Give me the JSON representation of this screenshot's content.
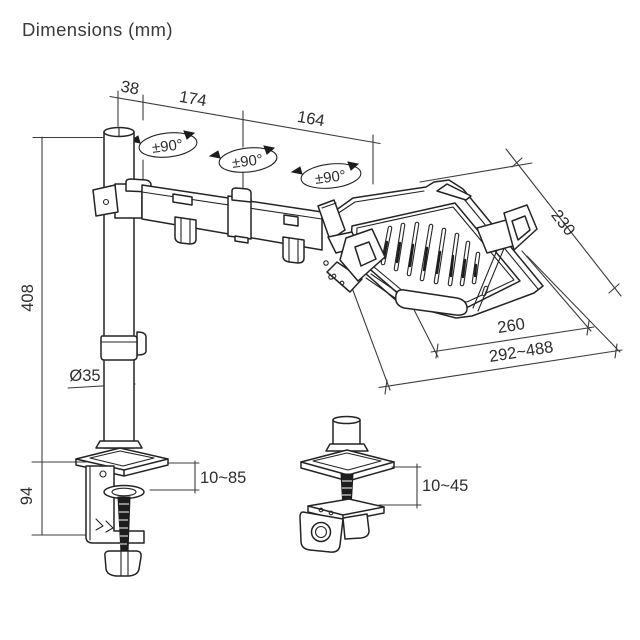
{
  "title": "Dimensions (mm)",
  "colors": {
    "ink": "#2e2e2e",
    "line": "#242424",
    "dim_line": "#3c3c3c"
  },
  "labels": {
    "offset_38": "38",
    "segment_174": "174",
    "segment_164": "164",
    "rotation_left": "±90°",
    "rotation_mid": "±90°",
    "rotation_right": "±90°",
    "tray_depth_230": "230",
    "tray_width_260": "260",
    "tray_extension_range": "292~488",
    "pole_height_408": "408",
    "pole_diameter": "Ø35",
    "clamp_height_94": "94",
    "desk_clamp_range": "10~85",
    "grommet_range": "10~45"
  }
}
